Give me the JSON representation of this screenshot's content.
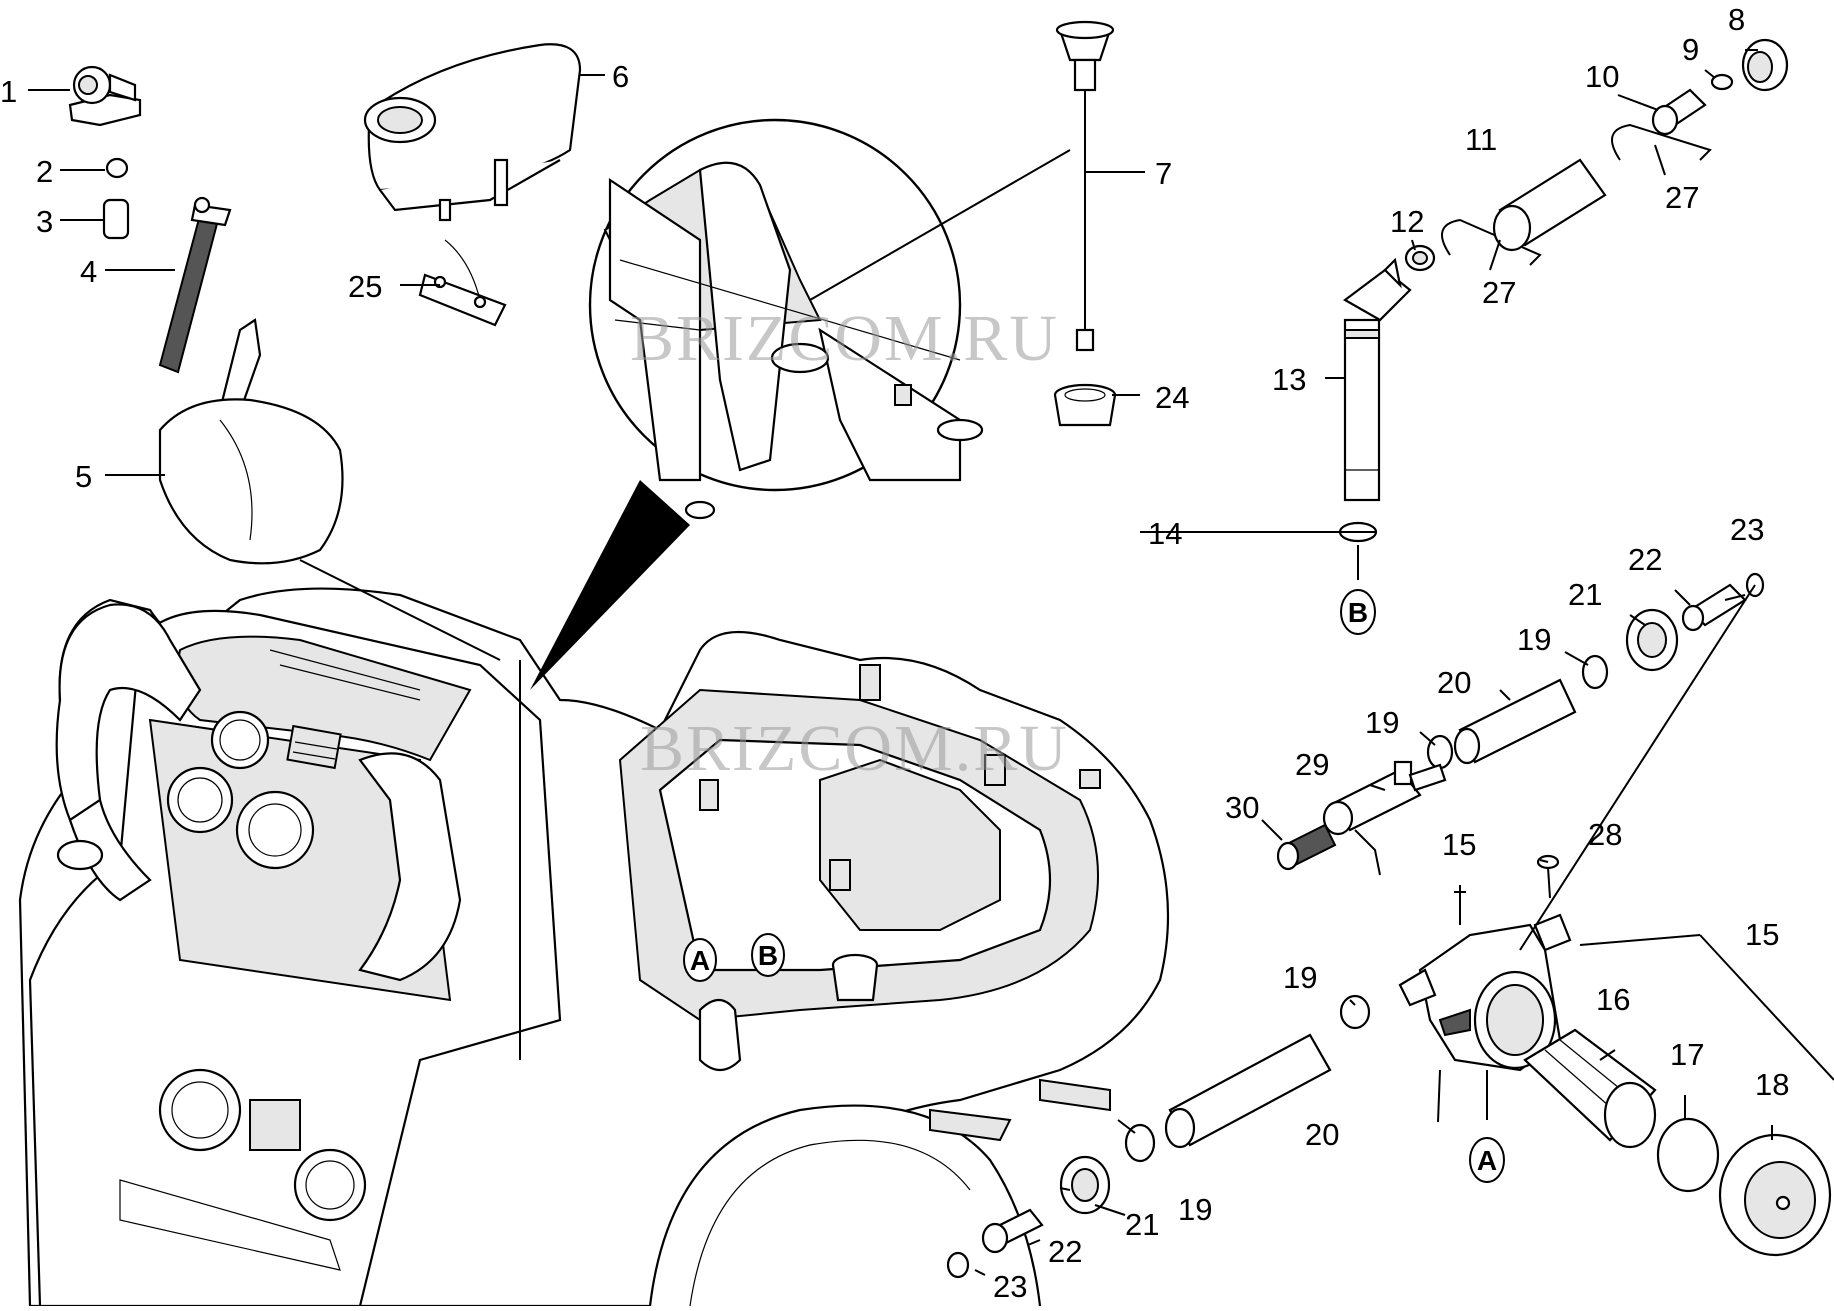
{
  "watermark": "BRIZCOM.RU",
  "markers": {
    "a": "A",
    "b": "B"
  },
  "callouts": {
    "p1": "1",
    "p2": "2",
    "p3": "3",
    "p4": "4",
    "p5": "5",
    "p6": "6",
    "p7": "7",
    "p8": "8",
    "p9": "9",
    "p10": "10",
    "p11": "11",
    "p12": "12",
    "p13": "13",
    "p14": "14",
    "p15": "15",
    "p16": "16",
    "p17": "17",
    "p18": "18",
    "p19": "19",
    "p20": "20",
    "p21": "21",
    "p22": "22",
    "p23": "23",
    "p24": "24",
    "p25": "25",
    "p27": "27",
    "p28": "28",
    "p29": "29",
    "p30": "30"
  }
}
